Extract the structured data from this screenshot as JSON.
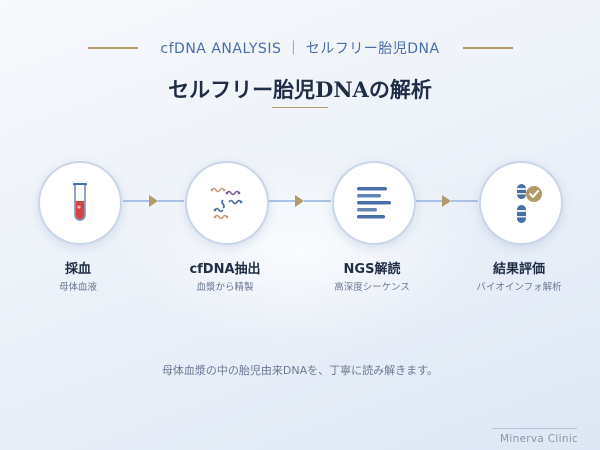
{
  "header": {
    "subtitle": "cfDNA ANALYSIS ｜ セルフリー胎児DNA",
    "title": "セルフリー胎児DNAの解析"
  },
  "steps": [
    {
      "label": "採血",
      "sub": "母体血液",
      "icon": "test-tube-icon"
    },
    {
      "label": "cfDNA抽出",
      "sub": "血漿から精製",
      "icon": "dna-fragments-icon"
    },
    {
      "label": "NGS解読",
      "sub": "高深度シーケンス",
      "icon": "sequencing-bars-icon"
    },
    {
      "label": "結果評価",
      "sub": "バイオインフォ解析",
      "icon": "chromosome-check-icon"
    }
  ],
  "footer": {
    "description": "母体血漿の中の胎児由来DNAを、丁寧に読み解きます。",
    "brand": "Minerva Clinic"
  },
  "colors": {
    "accent_gold": "#b39a6a",
    "primary_blue": "#4a6ea8",
    "blood_red": "#d04545",
    "connector": "#a9c1e6"
  }
}
